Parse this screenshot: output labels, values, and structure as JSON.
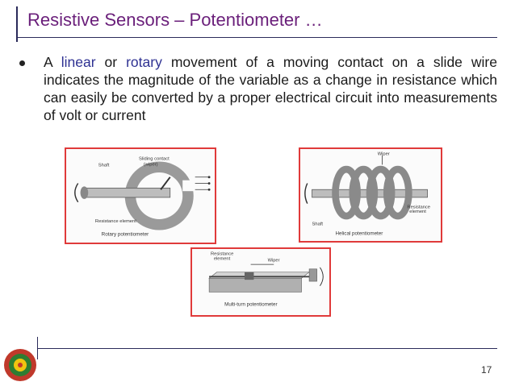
{
  "slide": {
    "title": "Resistive Sensors – Potentiometer …",
    "bullet": {
      "part1": "A ",
      "linear": "linear",
      "part2": " or ",
      "rotary": "rotary",
      "part3": " movement of a moving contact on a slide wire indicates the magnitude of the variable as a change in resistance which can easily be converted by a proper electrical circuit into measurements of volt or current"
    },
    "page_number": "17"
  },
  "figures": {
    "rotary": {
      "caption": "Rotary potentiometer",
      "label_sliding": "Sliding contact",
      "label_wiper": "(wiper)",
      "label_shaft": "Shaft",
      "label_resistance": "Resistance element"
    },
    "helical": {
      "caption": "Helical potentiometer",
      "label_wiper": "Wiper",
      "label_resistance": "Resistance",
      "label_element": "element",
      "label_shaft": "Shaft"
    },
    "multiturn": {
      "caption": "Multi-turn potentiometer",
      "label_resistance": "Resistance",
      "label_element": "element",
      "label_wiper": "Wiper"
    }
  },
  "colors": {
    "title": "#6a1f7a",
    "highlight": "#2e3192",
    "figure_border": "#e03a3a"
  }
}
